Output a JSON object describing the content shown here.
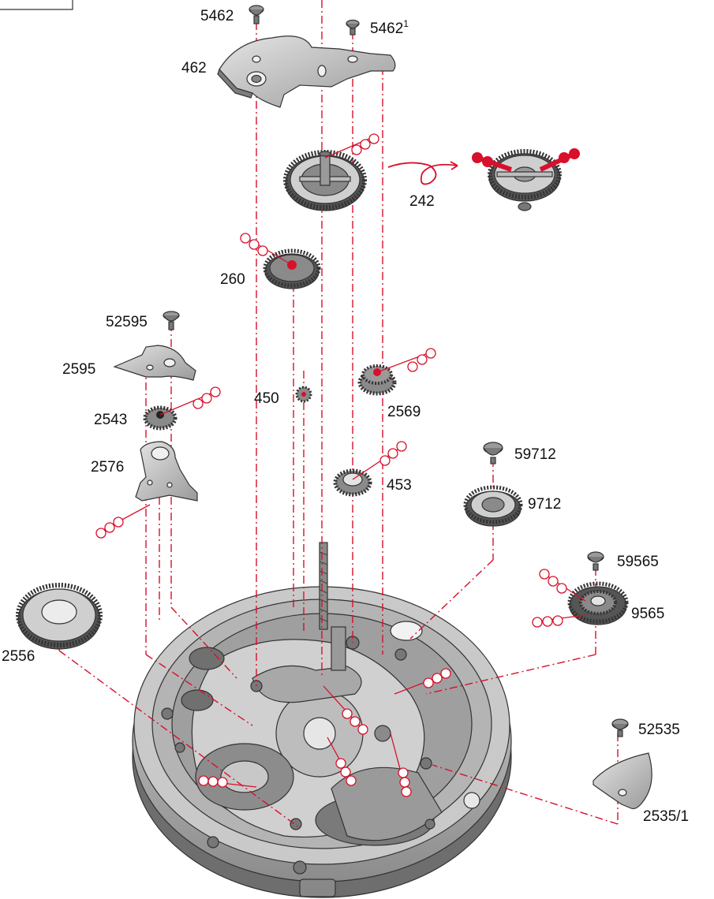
{
  "parts": {
    "p5462": "5462",
    "p5462_1": "5462",
    "p5462_1_sup": "1",
    "p462": "462",
    "p242": "242",
    "p260": "260",
    "p52595": "52595",
    "p2595": "2595",
    "p450": "450",
    "p2569": "2569",
    "p2543": "2543",
    "p2576": "2576",
    "p453": "453",
    "p59712": "59712",
    "p9712": "9712",
    "p59565": "59565",
    "p9565": "9565",
    "p2556": "2556",
    "p52535": "52535",
    "p2535_1": "2535/1"
  },
  "colors": {
    "guide_line": "#d8102b",
    "oil_marker": "#d8102b",
    "metal_light": "#c8c8c8",
    "metal_dark": "#8a8a8a",
    "outline": "#333333"
  }
}
